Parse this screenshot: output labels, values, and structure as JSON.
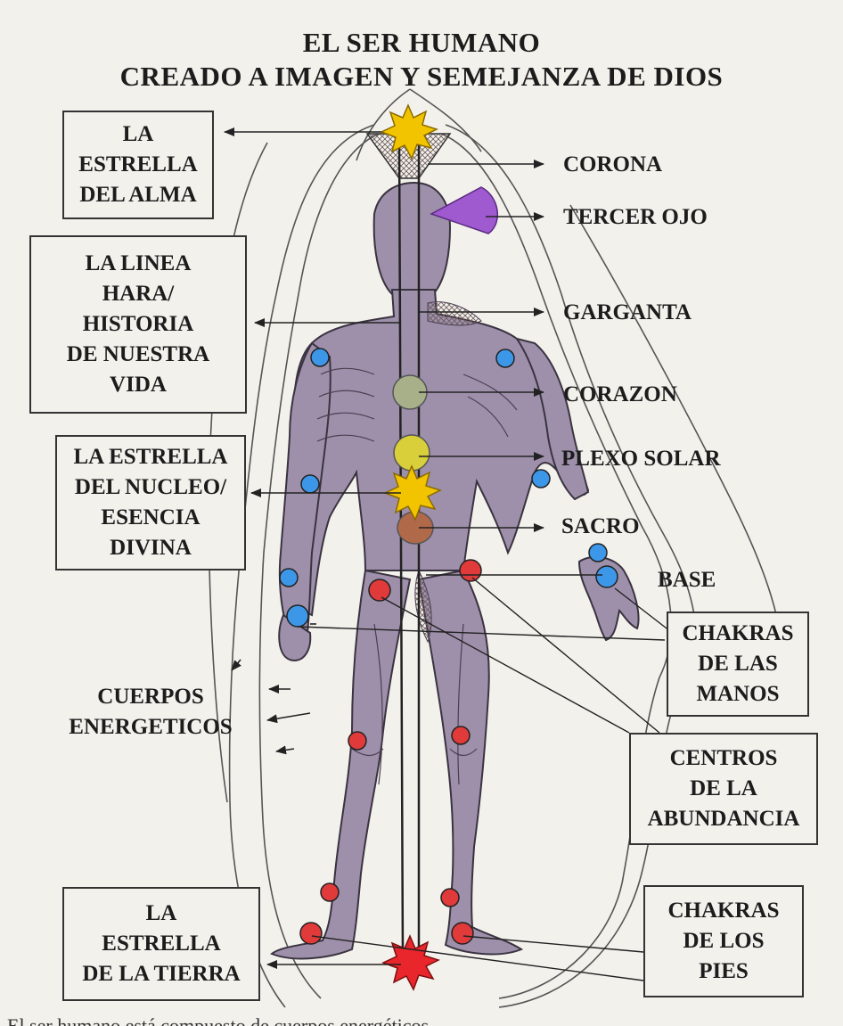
{
  "title": {
    "line1": "EL SER HUMANO",
    "line2": "CREADO A IMAGEN Y SEMEJANZA DE DIOS"
  },
  "boxes": {
    "alma": "LA\nESTRELLA\nDEL ALMA",
    "hara": "LA LINEA\nHARA/\nHISTORIA\nDE NUESTRA\nVIDA",
    "nucleo": "LA ESTRELLA\nDEL NUCLEO/\nESENCIA\nDIVINA",
    "tierra": "LA\nESTRELLA\nDE LA TIERRA",
    "manos": "CHAKRAS\nDE LAS\nMANOS",
    "abundancia": "CENTROS\nDE LA\nABUNDANCIA",
    "pies": "CHAKRAS\nDE LOS\nPIES"
  },
  "chakras": {
    "corona": "CORONA",
    "tercer_ojo": "TERCER OJO",
    "garganta": "GARGANTA",
    "corazon": "CORAZON",
    "plexo": "PLEXO SOLAR",
    "sacro": "SACRO",
    "base": "BASE"
  },
  "energy_bodies": "CUERPOS\nENERGETICOS",
  "caption": "El ser humano está compuesto de cuerpos energéticos",
  "colors": {
    "body": "#9e90ab",
    "body_dark": "#6e6278",
    "star": "#f2c400",
    "earth_star": "#e8262b",
    "hand_chakra": "#3d97e8",
    "abundance": "#e03a3a",
    "heart": "#a8b08a",
    "solar": "#d8cf3a",
    "sacral": "#b06a4a",
    "third_eye": "#a05ad0"
  }
}
